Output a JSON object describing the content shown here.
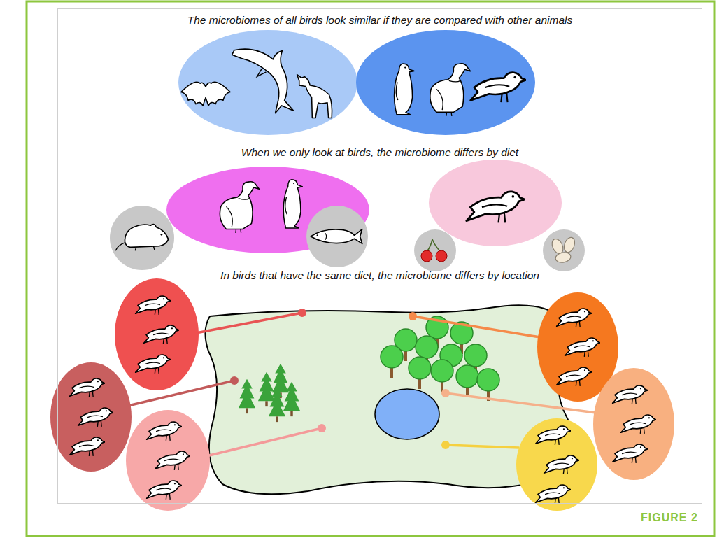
{
  "diagram": {
    "caption": "FIGURE 2",
    "nodes": [
      {
        "text": [
          "The microbiomes of all birds look similar if they are compared with other animals"
        ]
      },
      {
        "text": [
          "When we only look at birds, the microbiome differs by diet"
        ]
      },
      {
        "text": [
          "In birds that have the same diet, the microbiome differs by location"
        ]
      }
    ]
  }
}
